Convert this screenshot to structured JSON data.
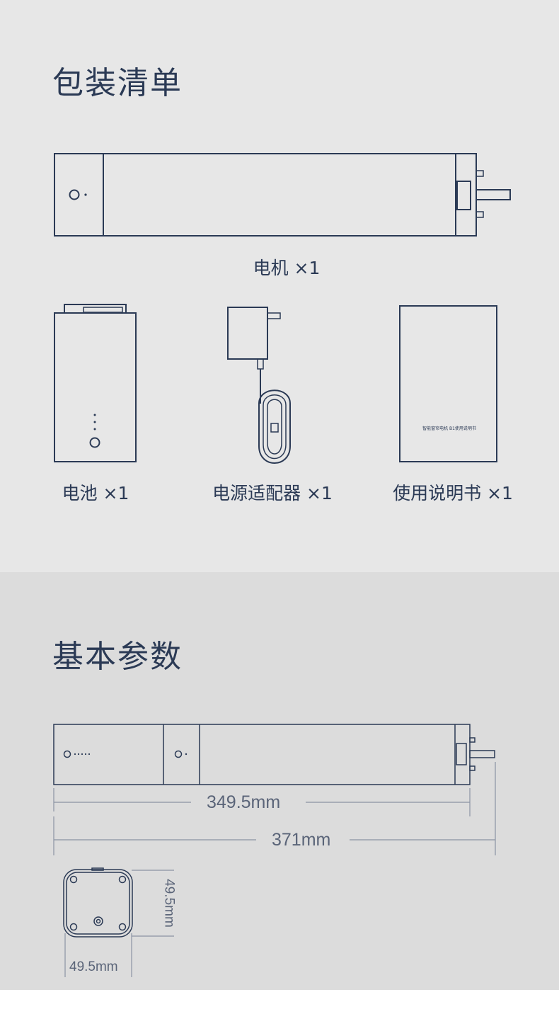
{
  "package_list": {
    "title": "包装清单",
    "motor_label": "电机 ×1",
    "battery_label": "电池 ×1",
    "adapter_label": "电源适配器 ×1",
    "manual_label": "使用说明书 ×1",
    "manual_cover_text": "智能窗帘电机 B1使用说明书"
  },
  "parameters": {
    "title": "基本参数",
    "length_inner": "349.5mm",
    "length_total": "371mm",
    "height": "49.5mm",
    "width": "49.5mm"
  }
}
